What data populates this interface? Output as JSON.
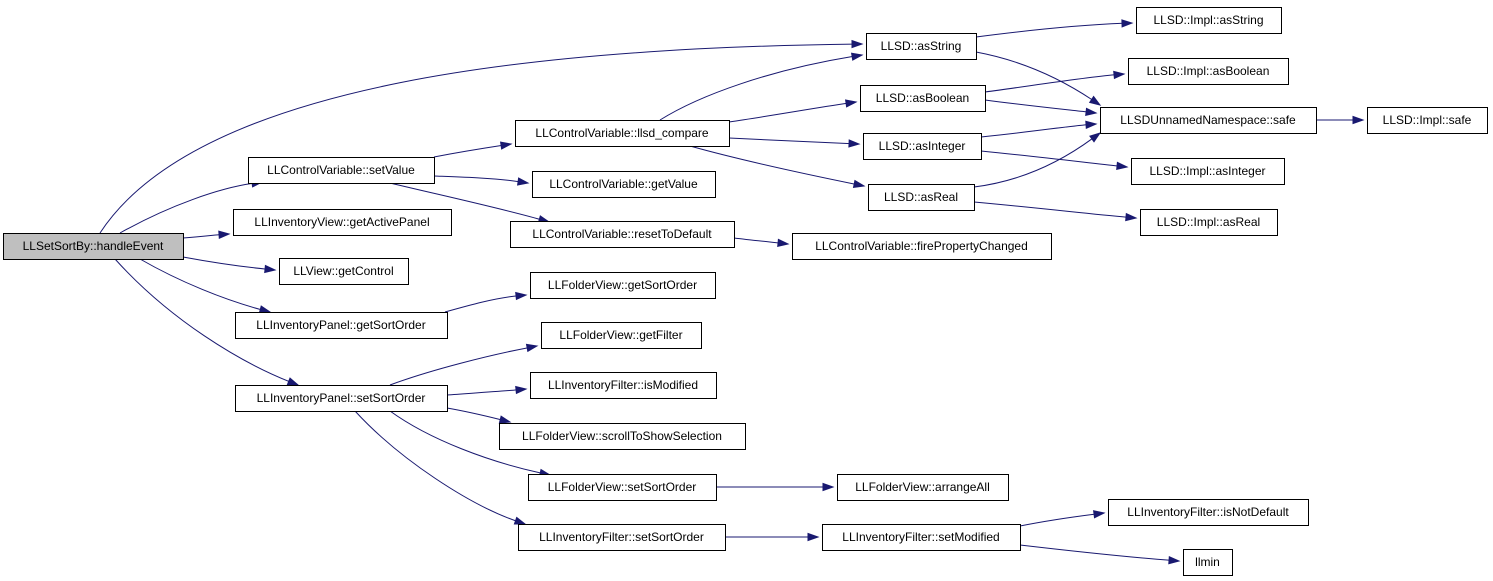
{
  "diagram": {
    "type": "call-graph",
    "colors": {
      "edge": "#191970",
      "root_fill": "#bfbfbf",
      "node_fill": "#ffffff",
      "border": "#000000"
    },
    "nodes": [
      {
        "id": "n0",
        "label": "LLSetSortBy::handleEvent",
        "root": true
      },
      {
        "id": "n1",
        "label": "LLControlVariable::setValue"
      },
      {
        "id": "n2",
        "label": "LLInventoryView::getActivePanel"
      },
      {
        "id": "n3",
        "label": "LLView::getControl"
      },
      {
        "id": "n4",
        "label": "LLInventoryPanel::getSortOrder"
      },
      {
        "id": "n5",
        "label": "LLInventoryPanel::setSortOrder"
      },
      {
        "id": "n6",
        "label": "LLControlVariable::llsd_compare"
      },
      {
        "id": "n7",
        "label": "LLControlVariable::getValue"
      },
      {
        "id": "n8",
        "label": "LLControlVariable::resetToDefault"
      },
      {
        "id": "n9",
        "label": "LLControlVariable::firePropertyChanged"
      },
      {
        "id": "n10",
        "label": "LLSD::asString"
      },
      {
        "id": "n11",
        "label": "LLSD::asBoolean"
      },
      {
        "id": "n12",
        "label": "LLSD::asInteger"
      },
      {
        "id": "n13",
        "label": "LLSD::asReal"
      },
      {
        "id": "n14",
        "label": "LLSD::Impl::asString"
      },
      {
        "id": "n15",
        "label": "LLSD::Impl::asBoolean"
      },
      {
        "id": "n16",
        "label": "LLSDUnnamedNamespace::safe"
      },
      {
        "id": "n17",
        "label": "LLSD::Impl::safe"
      },
      {
        "id": "n18",
        "label": "LLSD::Impl::asInteger"
      },
      {
        "id": "n19",
        "label": "LLSD::Impl::asReal"
      },
      {
        "id": "n20",
        "label": "LLFolderView::getSortOrder"
      },
      {
        "id": "n21",
        "label": "LLFolderView::getFilter"
      },
      {
        "id": "n22",
        "label": "LLInventoryFilter::isModified"
      },
      {
        "id": "n23",
        "label": "LLFolderView::scrollToShowSelection"
      },
      {
        "id": "n24",
        "label": "LLFolderView::setSortOrder"
      },
      {
        "id": "n25",
        "label": "LLFolderView::arrangeAll"
      },
      {
        "id": "n26",
        "label": "LLInventoryFilter::setSortOrder"
      },
      {
        "id": "n27",
        "label": "LLInventoryFilter::setModified"
      },
      {
        "id": "n28",
        "label": "LLInventoryFilter::isNotDefault"
      },
      {
        "id": "n29",
        "label": "llmin"
      }
    ],
    "edges": [
      [
        "n0",
        "n10"
      ],
      [
        "n0",
        "n1"
      ],
      [
        "n0",
        "n2"
      ],
      [
        "n0",
        "n3"
      ],
      [
        "n0",
        "n4"
      ],
      [
        "n0",
        "n5"
      ],
      [
        "n1",
        "n6"
      ],
      [
        "n1",
        "n7"
      ],
      [
        "n1",
        "n8"
      ],
      [
        "n6",
        "n10"
      ],
      [
        "n6",
        "n11"
      ],
      [
        "n6",
        "n12"
      ],
      [
        "n6",
        "n13"
      ],
      [
        "n8",
        "n9"
      ],
      [
        "n10",
        "n14"
      ],
      [
        "n10",
        "n16"
      ],
      [
        "n11",
        "n15"
      ],
      [
        "n11",
        "n16"
      ],
      [
        "n12",
        "n16"
      ],
      [
        "n12",
        "n18"
      ],
      [
        "n13",
        "n16"
      ],
      [
        "n13",
        "n19"
      ],
      [
        "n16",
        "n17"
      ],
      [
        "n4",
        "n20"
      ],
      [
        "n5",
        "n21"
      ],
      [
        "n5",
        "n22"
      ],
      [
        "n5",
        "n23"
      ],
      [
        "n5",
        "n24"
      ],
      [
        "n5",
        "n26"
      ],
      [
        "n24",
        "n25"
      ],
      [
        "n26",
        "n27"
      ],
      [
        "n27",
        "n28"
      ],
      [
        "n27",
        "n29"
      ]
    ]
  }
}
